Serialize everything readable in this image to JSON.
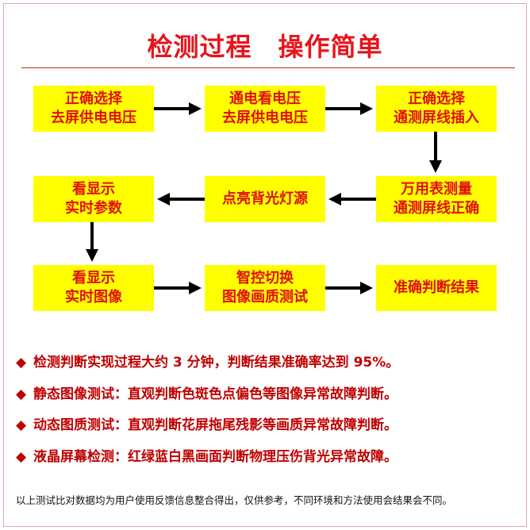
{
  "title": "检测过程　操作简单",
  "steps": [
    {
      "line1": "正确选择",
      "line2": "去屏供电电压"
    },
    {
      "line1": "通电看电压",
      "line2": "去屏供电电压"
    },
    {
      "line1": "正确选择",
      "line2": "通测屏线插入"
    },
    {
      "line1": "万用表测量",
      "line2": "通测屏线正确"
    },
    {
      "line1": "点亮背光灯源",
      "line2": ""
    },
    {
      "line1": "看显示",
      "line2": "实时参数"
    },
    {
      "line1": "看显示",
      "line2": "实时图像"
    },
    {
      "line1": "智控切换",
      "line2": "图像画质测试"
    },
    {
      "line1": "准确判断结果",
      "line2": ""
    }
  ],
  "bullet_symbol": "◆",
  "bullets": [
    "检测判断实现过程大约 3 分钟，判断结果准确率达到 95%。",
    "静态图像测试：直观判断色斑色点偏色等图像异常故障判断。",
    "动态图质测试：直观判断花屏拖尾残影等画质异常故障判断。",
    "液晶屏幕检测：红绿蓝白黑画面判断物理压伤背光异常故障。"
  ],
  "footnote": "以上测试比对数据均为用户使用反馈信息整合得出，仅供参考，不同环境和方法使用会结果会不同。",
  "colors": {
    "title": "#e8141c",
    "box_bg": "#ffff00",
    "box_text": "#e01010",
    "bullet": "#c00000"
  }
}
